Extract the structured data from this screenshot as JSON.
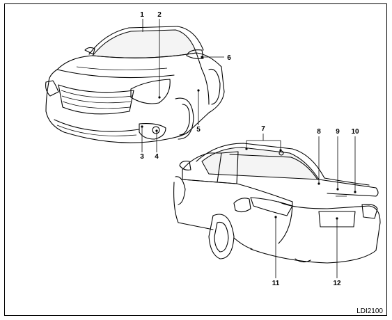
{
  "figure": {
    "code": "LDI2100",
    "callouts": [
      "1",
      "2",
      "3",
      "4",
      "5",
      "6",
      "7",
      "8",
      "9",
      "10",
      "11",
      "12"
    ]
  }
}
